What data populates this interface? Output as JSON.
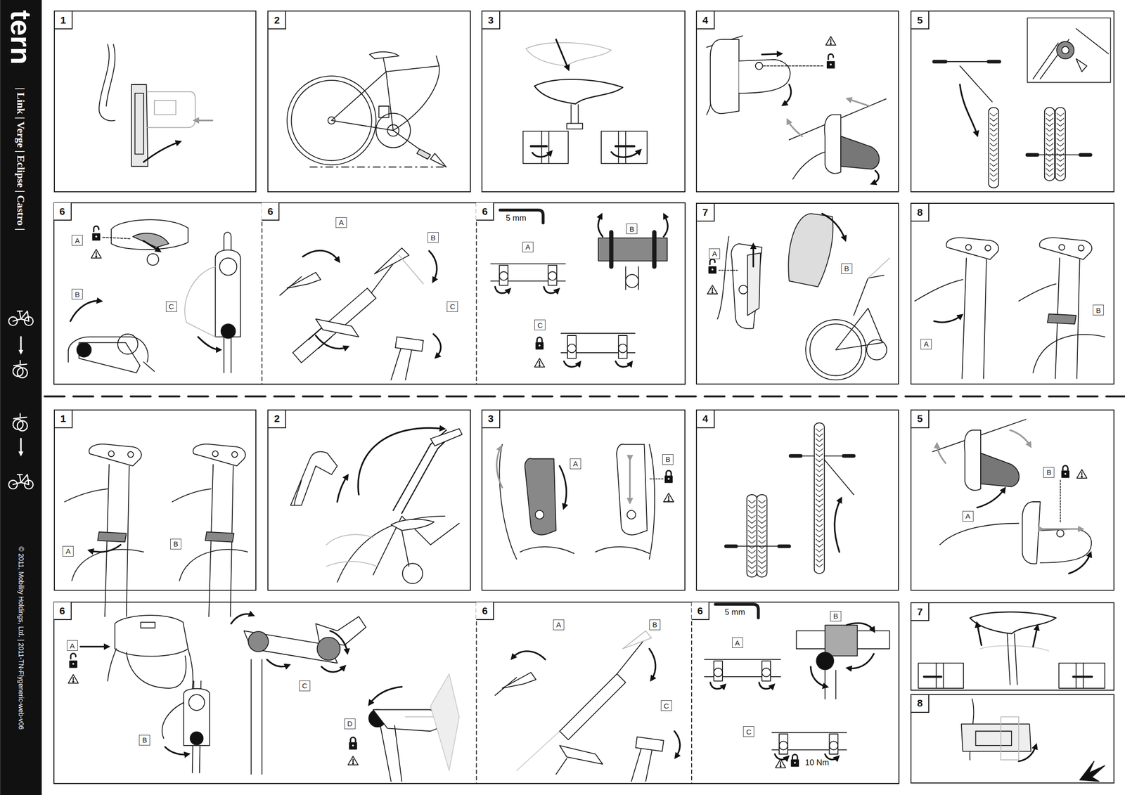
{
  "diagram": {
    "nodes": [
      {
        "text": [
          "1"
        ]
      },
      {
        "text": [
          "2"
        ]
      },
      {
        "text": [
          "3"
        ]
      },
      {
        "text": [
          "4"
        ]
      },
      {
        "text": [
          "5"
        ]
      },
      {
        "text": [
          "6"
        ]
      },
      {
        "text": [
          "A"
        ],
        "in": 5
      },
      {
        "text": [
          "B"
        ],
        "in": 5
      },
      {
        "text": [
          "C"
        ],
        "in": 5
      },
      {
        "text": [
          "6"
        ]
      },
      {
        "text": [
          "A"
        ],
        "in": 9
      },
      {
        "text": [
          "B"
        ],
        "in": 9
      },
      {
        "text": [
          "C"
        ],
        "in": 9
      },
      {
        "text": [
          "6"
        ]
      },
      {
        "text": [
          "A"
        ],
        "in": 13
      },
      {
        "text": [
          "B"
        ],
        "in": 13
      },
      {
        "text": [
          "C"
        ],
        "in": 13
      },
      {
        "text": [
          "7"
        ]
      },
      {
        "text": [
          "A"
        ],
        "in": 17
      },
      {
        "text": [
          "B"
        ],
        "in": 17
      },
      {
        "text": [
          "8"
        ]
      },
      {
        "text": [
          "A"
        ],
        "in": 20
      },
      {
        "text": [
          "B"
        ],
        "in": 20
      },
      {
        "text": [
          "1"
        ]
      },
      {
        "text": [
          "A"
        ],
        "in": 23
      },
      {
        "text": [
          "B"
        ],
        "in": 23
      },
      {
        "text": [
          "2"
        ]
      },
      {
        "text": [
          "3"
        ]
      },
      {
        "text": [
          "A"
        ],
        "in": 27
      },
      {
        "text": [
          "B"
        ],
        "in": 27
      },
      {
        "text": [
          "4"
        ]
      },
      {
        "text": [
          "5"
        ]
      },
      {
        "text": [
          "A"
        ],
        "in": 31
      },
      {
        "text": [
          "B"
        ],
        "in": 31
      },
      {
        "text": [
          "6"
        ]
      },
      {
        "text": [
          "A"
        ],
        "in": 34
      },
      {
        "text": [
          "B"
        ],
        "in": 34
      },
      {
        "text": [
          "C"
        ],
        "in": 34
      },
      {
        "text": [
          "D"
        ],
        "in": 34
      },
      {
        "text": [
          "6"
        ]
      },
      {
        "text": [
          "A"
        ],
        "in": 39
      },
      {
        "text": [
          "B"
        ],
        "in": 39
      },
      {
        "text": [
          "C"
        ],
        "in": 39
      },
      {
        "text": [
          "6"
        ]
      },
      {
        "text": [
          "A"
        ],
        "in": 43
      },
      {
        "text": [
          "B"
        ],
        "in": 43
      },
      {
        "text": [
          "C"
        ],
        "in": 43
      },
      {
        "text": [
          "7"
        ]
      },
      {
        "text": [
          "8"
        ]
      }
    ],
    "labels": [
      "tern",
      "| Link | Verge | Eclipse | Castro |",
      "5 mm",
      "5 mm",
      "10 Nm",
      "© 2011, Mobility Holdings, Ltd. | 2011-TN-Flygeneric-web-v06"
    ]
  }
}
